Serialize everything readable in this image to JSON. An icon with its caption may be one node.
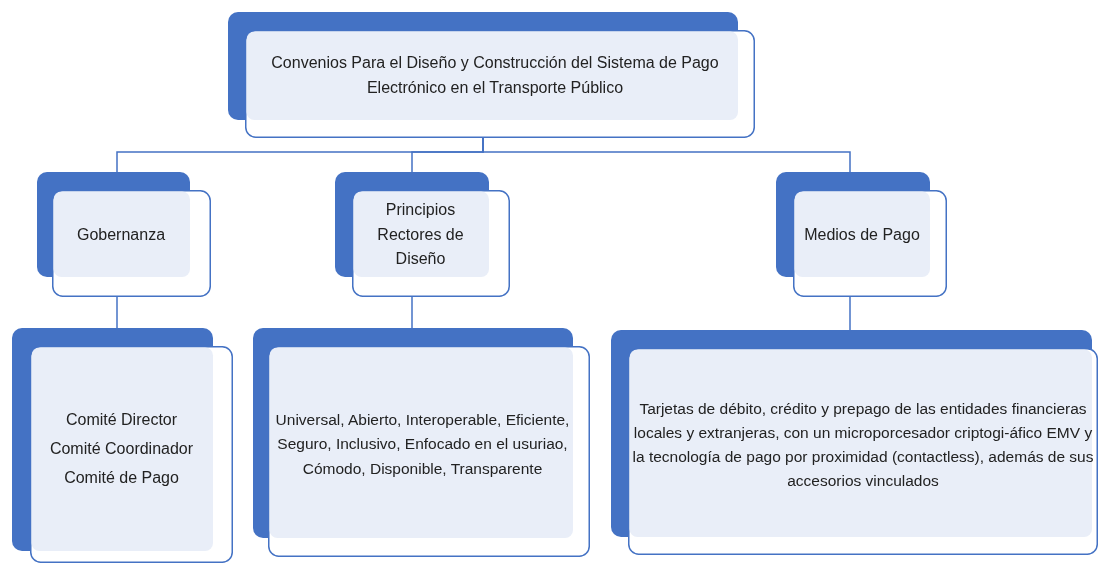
{
  "diagram": {
    "nodes": [
      {
        "text": [
          "Convenios Para el Diseño y Construcción del Sistema de Pago Electrónico en el Transporte Público"
        ]
      },
      {
        "text": [
          "Gobernanza"
        ]
      },
      {
        "text": [
          "Principios Rectores de Diseño"
        ]
      },
      {
        "text": [
          "Medios de Pago"
        ]
      },
      {
        "text": [
          "Comité Director",
          "Comité Coordinador",
          "Comité de Pago"
        ]
      },
      {
        "text": [
          "Universal, Abierto, Interoperable, Eficiente, Seguro, Inclusivo, Enfocado en el usuriao, Cómodo, Disponible, Transparente"
        ]
      },
      {
        "text": [
          "Tarjetas de débito, crédito y prepago de las entidades financieras locales y extranjeras, con un microporcesador criptogi-áfico EMV y la tecnología de pago por proximidad (contactless), además de sus accesorios vinculados"
        ]
      }
    ],
    "edges": [
      {
        "from": 0,
        "to": 1,
        "arrow": "none"
      },
      {
        "from": 0,
        "to": 2,
        "arrow": "none"
      },
      {
        "from": 0,
        "to": 3,
        "arrow": "none"
      },
      {
        "from": 1,
        "to": 4,
        "arrow": "none"
      },
      {
        "from": 2,
        "to": 5,
        "arrow": "none"
      },
      {
        "from": 3,
        "to": 6,
        "arrow": "none"
      }
    ]
  }
}
